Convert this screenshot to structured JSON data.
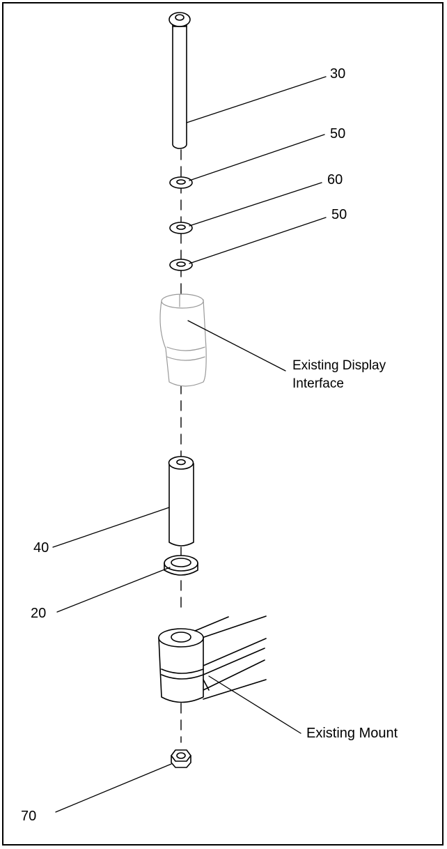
{
  "callouts": {
    "bolt": "30",
    "washer_top": "50",
    "spacer_washer": "60",
    "washer_bottom": "50",
    "sleeve": "40",
    "bushing": "20",
    "nut": "70"
  },
  "labels": {
    "display_line1": "Existing Display",
    "display_line2": "Interface",
    "mount": "Existing Mount"
  },
  "colors": {
    "line": "#000000",
    "background": "#ffffff"
  }
}
